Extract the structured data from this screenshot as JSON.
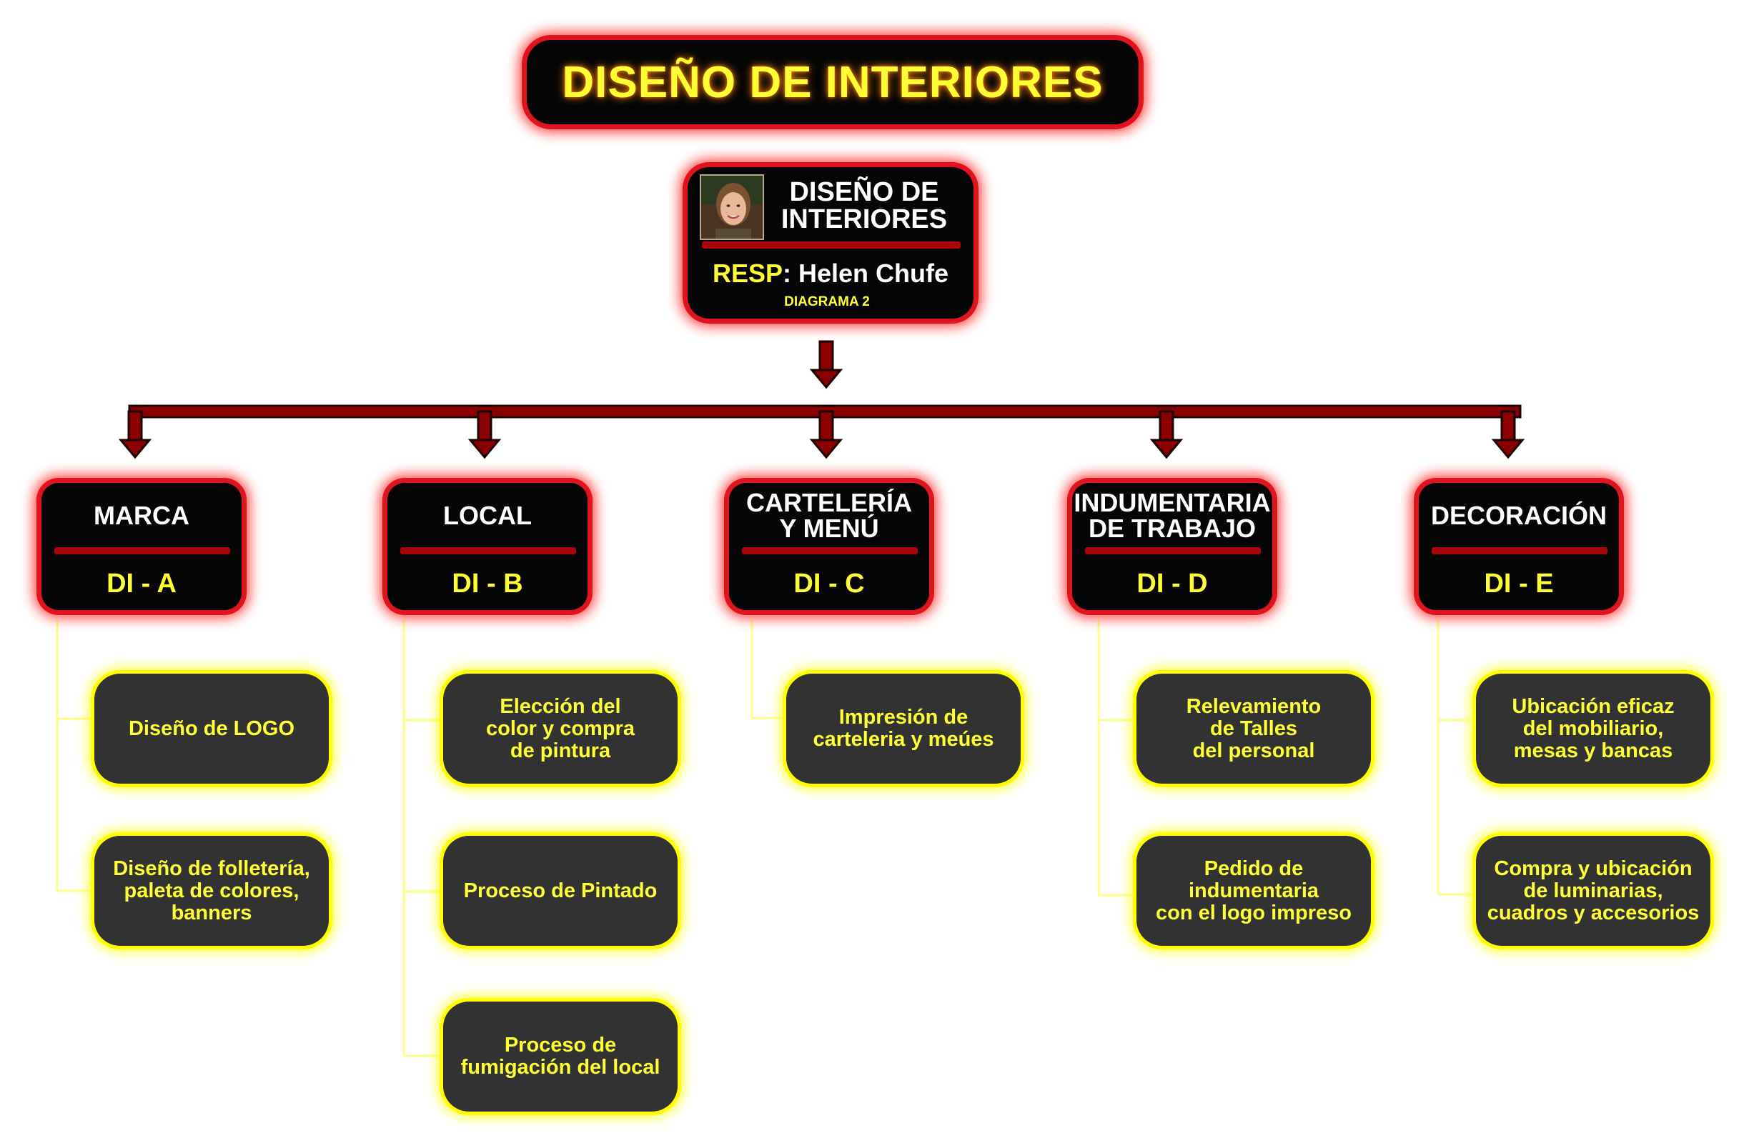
{
  "title": "DISEÑO DE INTERIORES",
  "head": {
    "title_line1": "DISEÑO DE",
    "title_line2": "INTERIORES",
    "resp_label": "RESP",
    "resp_name": ": Helen Chufe",
    "diagram": "DIAGRAMA 2",
    "photo": "person-photo"
  },
  "colors": {
    "box_fill": "#050505",
    "box_border": "#e0141e",
    "accent_text": "#ffff33",
    "task_fill": "#323232",
    "task_border": "#ffff00",
    "connector": "#8b0000"
  },
  "departments": [
    {
      "name_line1": "MARCA",
      "name_line2": "",
      "code": "DI - A",
      "tasks": [
        {
          "line1": "Diseño de LOGO",
          "line2": "",
          "line3": ""
        },
        {
          "line1": "Diseño de folletería,",
          "line2": "paleta de colores,",
          "line3": "banners"
        }
      ]
    },
    {
      "name_line1": "LOCAL",
      "name_line2": "",
      "code": "DI - B",
      "tasks": [
        {
          "line1": "Elección del",
          "line2": "color y compra",
          "line3": "de pintura"
        },
        {
          "line1": "Proceso de Pintado",
          "line2": "",
          "line3": ""
        },
        {
          "line1": "Proceso de",
          "line2": "fumigación del local",
          "line3": ""
        }
      ]
    },
    {
      "name_line1": "CARTELERÍA",
      "name_line2": "Y MENÚ",
      "code": "DI - C",
      "tasks": [
        {
          "line1": "Impresión de",
          "line2": "carteleria y meúes",
          "line3": ""
        }
      ]
    },
    {
      "name_line1": "INDUMENTARIA",
      "name_line2": "DE TRABAJO",
      "code": "DI - D",
      "tasks": [
        {
          "line1": "Relevamiento",
          "line2": "de Talles",
          "line3": "del personal"
        },
        {
          "line1": "Pedido de",
          "line2": "indumentaria",
          "line3": "con el logo impreso"
        }
      ]
    },
    {
      "name_line1": "DECORACIÓN",
      "name_line2": "",
      "code": "DI - E",
      "tasks": [
        {
          "line1": "Ubicación eficaz",
          "line2": "del mobiliario,",
          "line3": "mesas y bancas"
        },
        {
          "line1": "Compra y ubicación",
          "line2": "de luminarias,",
          "line3": "cuadros y accesorios"
        }
      ]
    }
  ]
}
